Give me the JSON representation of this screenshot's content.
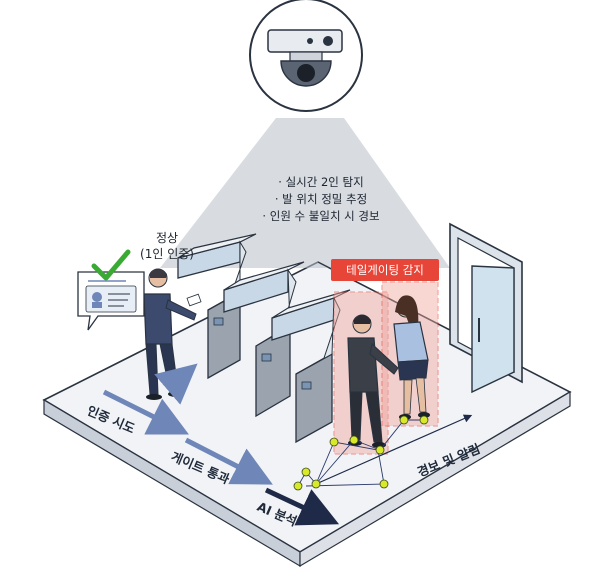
{
  "camera": {
    "features": [
      "· 실시간 2인 탐지",
      "· 발 위치 정밀 추정",
      "· 인원 수 불일치 시 경보"
    ]
  },
  "status": {
    "normal_line1": "정상",
    "normal_line2": "(1인 인증)"
  },
  "alert": {
    "badge": "테일게이팅 감지"
  },
  "flow": {
    "step1": "인증 시도",
    "step2": "게이트 통과",
    "step3": "AI 분석",
    "alarm": "경보 및 알림"
  },
  "colors": {
    "alert": "#e64538",
    "arrow": "#6f86b8",
    "ai_arrow": "#1f2a48",
    "foot_point": "#d8e82a",
    "check": "#3aaa35"
  }
}
